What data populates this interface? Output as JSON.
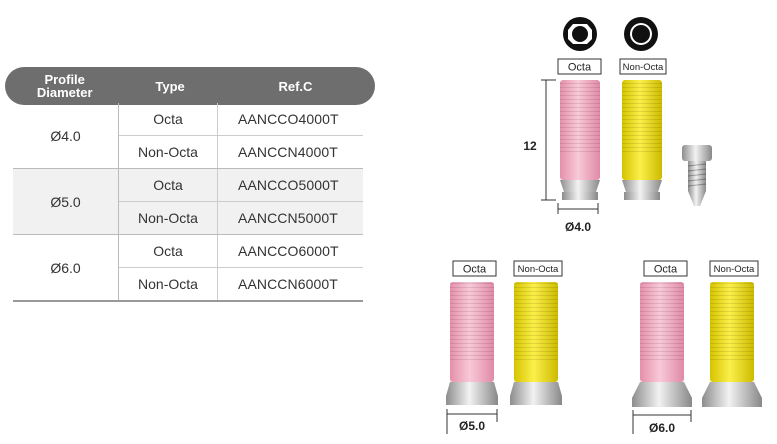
{
  "table": {
    "headers": {
      "profile_diameter_line1": "Profile",
      "profile_diameter_line2": "Diameter",
      "type": "Type",
      "ref": "Ref.C"
    },
    "groups": [
      {
        "diameter": "Ø4.0",
        "rows": [
          {
            "type": "Octa",
            "ref": "AANCCO4000T"
          },
          {
            "type": "Non-Octa",
            "ref": "AANCCN4000T"
          }
        ]
      },
      {
        "diameter": "Ø5.0",
        "rows": [
          {
            "type": "Octa",
            "ref": "AANCCO5000T"
          },
          {
            "type": "Non-Octa",
            "ref": "AANCCN5000T"
          }
        ]
      },
      {
        "diameter": "Ø6.0",
        "rows": [
          {
            "type": "Octa",
            "ref": "AANCCO6000T"
          },
          {
            "type": "Non-Octa",
            "ref": "AANCCN6000T"
          }
        ]
      }
    ]
  },
  "figure": {
    "label_octa": "Octa",
    "label_non_octa": "Non-Octa",
    "height_dimension": "12",
    "dia_4": "Ø4.0",
    "dia_5": "Ø5.0",
    "dia_6": "Ø6.0",
    "colors": {
      "pink": "#f2b3c8",
      "yellow": "#f0e22a",
      "metal": "#c8c8c8",
      "header": "#6e6e6e"
    }
  }
}
